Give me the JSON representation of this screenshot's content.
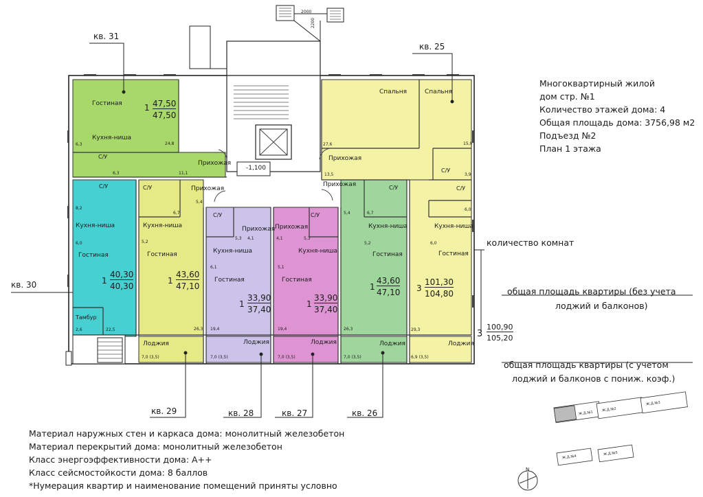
{
  "info": {
    "lines": [
      "Многоквартирный жилой",
      "дом стр. №1",
      "Количество этажей дома: 4",
      "Общая площадь дома: 3756,98 м2",
      "Подъезд №2",
      "План 1 этажа"
    ]
  },
  "notes": [
    "Материал наружных стен и каркаса дома: монолитный железобетон",
    "Материал перекрытий дома: монолитный железобетон",
    "Класс энергоэффективности дома: А++",
    "Класс сейсмостойкости дома: 8 баллов",
    "*Нумерация квартир и наименование помещений приняты условно"
  ],
  "legend": {
    "rooms_label": "количество комнат",
    "area_no_loggia_label": [
      "общая площадь квартиры (без учета",
      "лоджий и балконов)"
    ],
    "area_with_loggia_label": [
      "общая площадь квартиры (с учетом",
      "лоджий и балконов с пониж. коэф.)"
    ],
    "sample_rooms": "3",
    "sample_area": "100,90",
    "sample_area_total": "105,20"
  },
  "apartments": {
    "kv31": {
      "label": "кв. 31",
      "rooms": "1",
      "area": "47,50",
      "area_total": "47,50",
      "color": "#a9d86a",
      "r1": "Гостиная",
      "r2": "Кухня-ниша",
      "r3": "С/У",
      "r4": "Прихожая",
      "d1": "6,3",
      "d2": "24,8",
      "d3": "6,3",
      "d4": "11,1"
    },
    "kv30": {
      "label": "кв. 30",
      "rooms": "1",
      "area": "40,30",
      "area_total": "40,30",
      "color": "#46d0d2",
      "r1": "С/У",
      "r2": "Кухня-ниша",
      "r3": "Гостиная",
      "r4": "Тамбур",
      "d1": "8,2",
      "d2": "6,0",
      "d3": "2,6",
      "d4": "22,5"
    },
    "kv29": {
      "label": "кв. 29",
      "rooms": "1",
      "area": "43,60",
      "area_total": "47,10",
      "color": "#e6ea86",
      "r1": "С/У",
      "r2": "Прихожая",
      "r3": "Кухня-ниша",
      "r4": "Гостиная",
      "r5": "Лоджия",
      "d1": "6,7",
      "d2": "5,2",
      "d3": "26,3",
      "d4": "5,4",
      "d5": "7,0 (3,5)"
    },
    "kv28": {
      "label": "кв. 28",
      "rooms": "1",
      "area": "33,90",
      "area_total": "37,40",
      "color": "#cbc3ea",
      "r1": "С/У",
      "r2": "Прихожая",
      "r3": "Кухня-ниша",
      "r4": "Гостиная",
      "r5": "Лоджия",
      "d1": "5,3",
      "d2": "4,1",
      "d3": "6,1",
      "d4": "19,4",
      "d5": "7,0 (3,5)"
    },
    "kv27": {
      "label": "кв. 27",
      "rooms": "1",
      "area": "33,90",
      "area_total": "37,40",
      "color": "#de94d3",
      "r1": "Прихожая",
      "r2": "С/У",
      "r3": "Кухня-ниша",
      "r4": "Гостиная",
      "r5": "Лоджия",
      "d1": "4,1",
      "d2": "5,3",
      "d3": "5,1",
      "d4": "19,4",
      "d5": "7,0 (3,5)"
    },
    "kv26": {
      "label": "кв. 26",
      "rooms": "1",
      "area": "43,60",
      "area_total": "47,10",
      "color": "#9fd69c",
      "r1": "Прихожая",
      "r2": "С/У",
      "r3": "Кухня-ниша",
      "r4": "Гостиная",
      "r5": "Лоджия",
      "d1": "5,4",
      "d2": "6,7",
      "d3": "5,2",
      "d4": "26,3",
      "d5": "7,0 (3,5)"
    },
    "kv25": {
      "label": "кв. 25",
      "rooms": "3",
      "area": "101,30",
      "area_total": "104,80",
      "color": "#f4f2a4",
      "r1": "Спальня",
      "r2": "Спальня",
      "r3": "Прихожая",
      "r4": "С/У",
      "r5": "С/У",
      "r6": "Кухня-ниша",
      "r7": "Гостиная",
      "r8": "Лоджия",
      "d1": "27,6",
      "d2": "15,0",
      "d3": "13,5",
      "d4": "3,9",
      "d5": "6,0",
      "d6": "6,0",
      "d7": "29,3",
      "d8": "6,9 (3,5)"
    }
  },
  "stair": {
    "level": "-1,100",
    "dim1": "2000",
    "dim2": "2200"
  },
  "keyplan": [
    "Ж.Д.№1",
    "Ж.Д.№2",
    "Ж.Д.№3",
    "Ж.Д.№4",
    "Ж.Д.№5"
  ],
  "north": "N"
}
